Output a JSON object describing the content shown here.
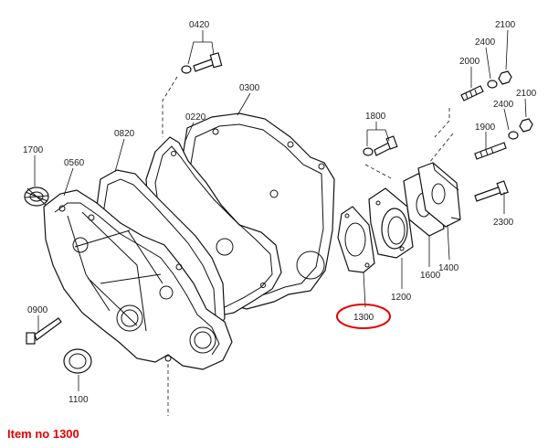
{
  "diagram": {
    "labels": {
      "p0420": "0420",
      "p0300": "0300",
      "p0220": "0220",
      "p0820": "0820",
      "p1700": "1700",
      "p0560": "0560",
      "p0900": "0900",
      "p1100": "1100",
      "p1800": "1800",
      "p1300": "1300",
      "p1200": "1200",
      "p1600": "1600",
      "p1400": "1400",
      "p2000": "2000",
      "p2400a": "2400",
      "p2100a": "2100",
      "p2100b": "2100",
      "p2400b": "2400",
      "p1900": "1900",
      "p2300": "2300"
    },
    "highlight_color": "#e60000",
    "highlighted_part": "1300"
  },
  "caption": {
    "text": "Item no 1300"
  }
}
